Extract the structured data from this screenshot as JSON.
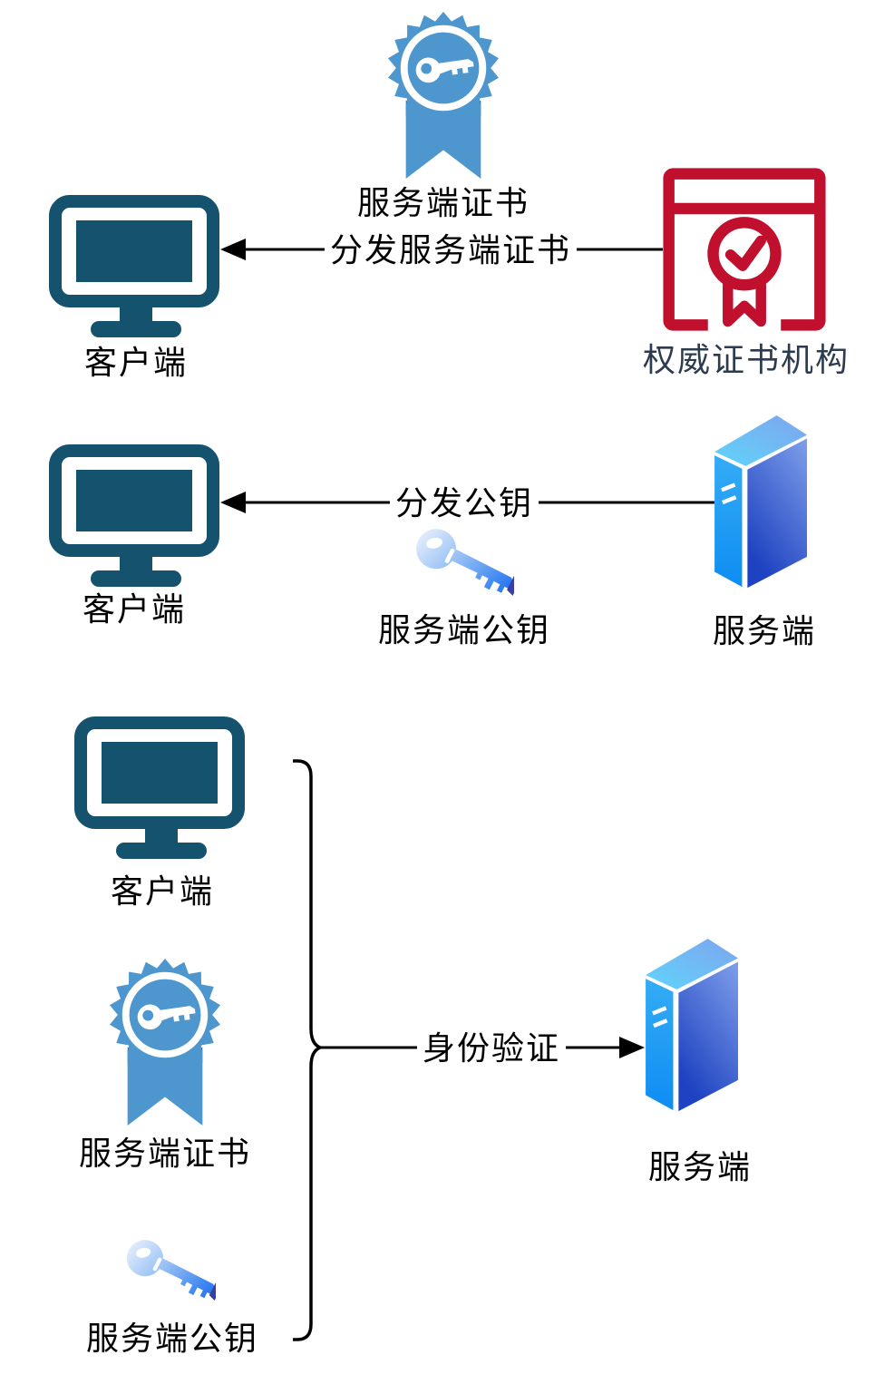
{
  "diagram": {
    "title": "TLS certificate distribution and identity verification flow",
    "background": "#ffffff"
  },
  "colors": {
    "client_icon": "#14526E",
    "badge_blue": "#4D96CE",
    "badge_shadow": "#3C7FB7",
    "ca_red": "#C1102E",
    "ca_label_text": "#2C3B4E",
    "label_text": "#000000",
    "line": "#000000",
    "key_tip": "#3B3EA5",
    "key_gradient_from": "#E4EEFC",
    "key_gradient_mid": "#8FBBF5",
    "key_gradient_to": "#1B6FF0",
    "server_top_from": "#5FD4FA",
    "server_top_to": "#7FA4EF",
    "server_left_from": "#34ACF5",
    "server_left_to": "#0E8DF3",
    "server_front_from": "#7F9FEA",
    "server_front_to": "#1E42C1"
  },
  "nodes": [
    {
      "id": "server-certificate-top",
      "label": "服务端证书",
      "icon": "certificate-badge-icon"
    },
    {
      "id": "client-1",
      "label": "客户端",
      "icon": "desktop-computer-icon"
    },
    {
      "id": "certificate-authority",
      "label": "权威证书机构",
      "icon": "certificate-authority-icon"
    },
    {
      "id": "client-2",
      "label": "客户端",
      "icon": "desktop-computer-icon"
    },
    {
      "id": "server-public-key-2",
      "label": "服务端公钥",
      "icon": "key-icon"
    },
    {
      "id": "server-2",
      "label": "服务端",
      "icon": "server-tower-icon"
    },
    {
      "id": "client-3",
      "label": "客户端",
      "icon": "desktop-computer-icon"
    },
    {
      "id": "server-certificate-3",
      "label": "服务端证书",
      "icon": "certificate-badge-icon"
    },
    {
      "id": "server-public-key-3",
      "label": "服务端公钥",
      "icon": "key-icon"
    },
    {
      "id": "server-3",
      "label": "服务端",
      "icon": "server-tower-icon"
    }
  ],
  "arrows": [
    {
      "id": "distribute-certificate",
      "label": "分发服务端证书",
      "from": "certificate-authority",
      "to": "client-1",
      "direction": "right-to-left"
    },
    {
      "id": "distribute-public-key",
      "label": "分发公钥",
      "from": "server-2",
      "to": "client-2",
      "direction": "right-to-left"
    },
    {
      "id": "identity-verification",
      "label": "身份验证",
      "from": "client-group",
      "to": "server-3",
      "direction": "left-to-right"
    }
  ]
}
